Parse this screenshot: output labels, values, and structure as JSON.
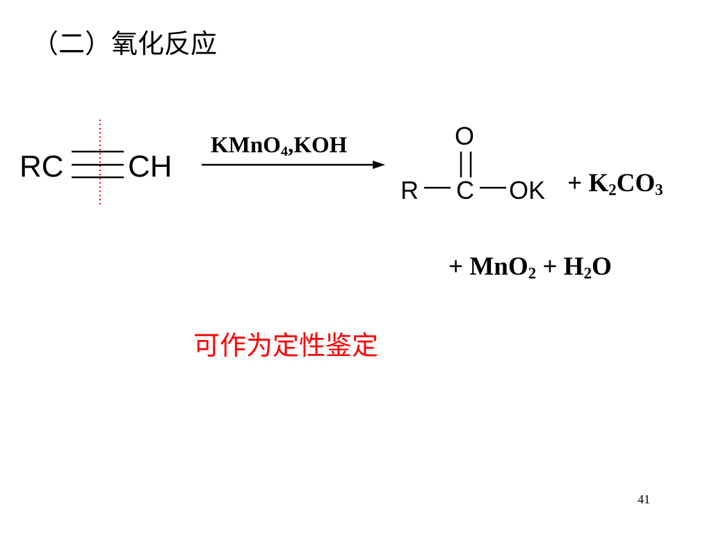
{
  "title": "（二）氧化反应",
  "reactant": {
    "left": "RC",
    "right": "CH"
  },
  "reagent": {
    "prefix": "KMnO",
    "sub": "4",
    "suffix": ",KOH"
  },
  "product": {
    "oxygen": "O",
    "r_group": "R",
    "carbon": "C",
    "ok_group": "OK"
  },
  "byproduct1": {
    "lead": "+ K",
    "sub1": "2",
    "mid": "CO",
    "sub2": "3"
  },
  "byproduct2": {
    "lead": "+ MnO",
    "sub1": "2",
    "mid": " + H",
    "sub2": "2",
    "tail": "O"
  },
  "note": "可作为定性鉴定",
  "page_number": "41",
  "colors": {
    "cleavage_line": "#e02020",
    "note_text": "#ff0000"
  }
}
